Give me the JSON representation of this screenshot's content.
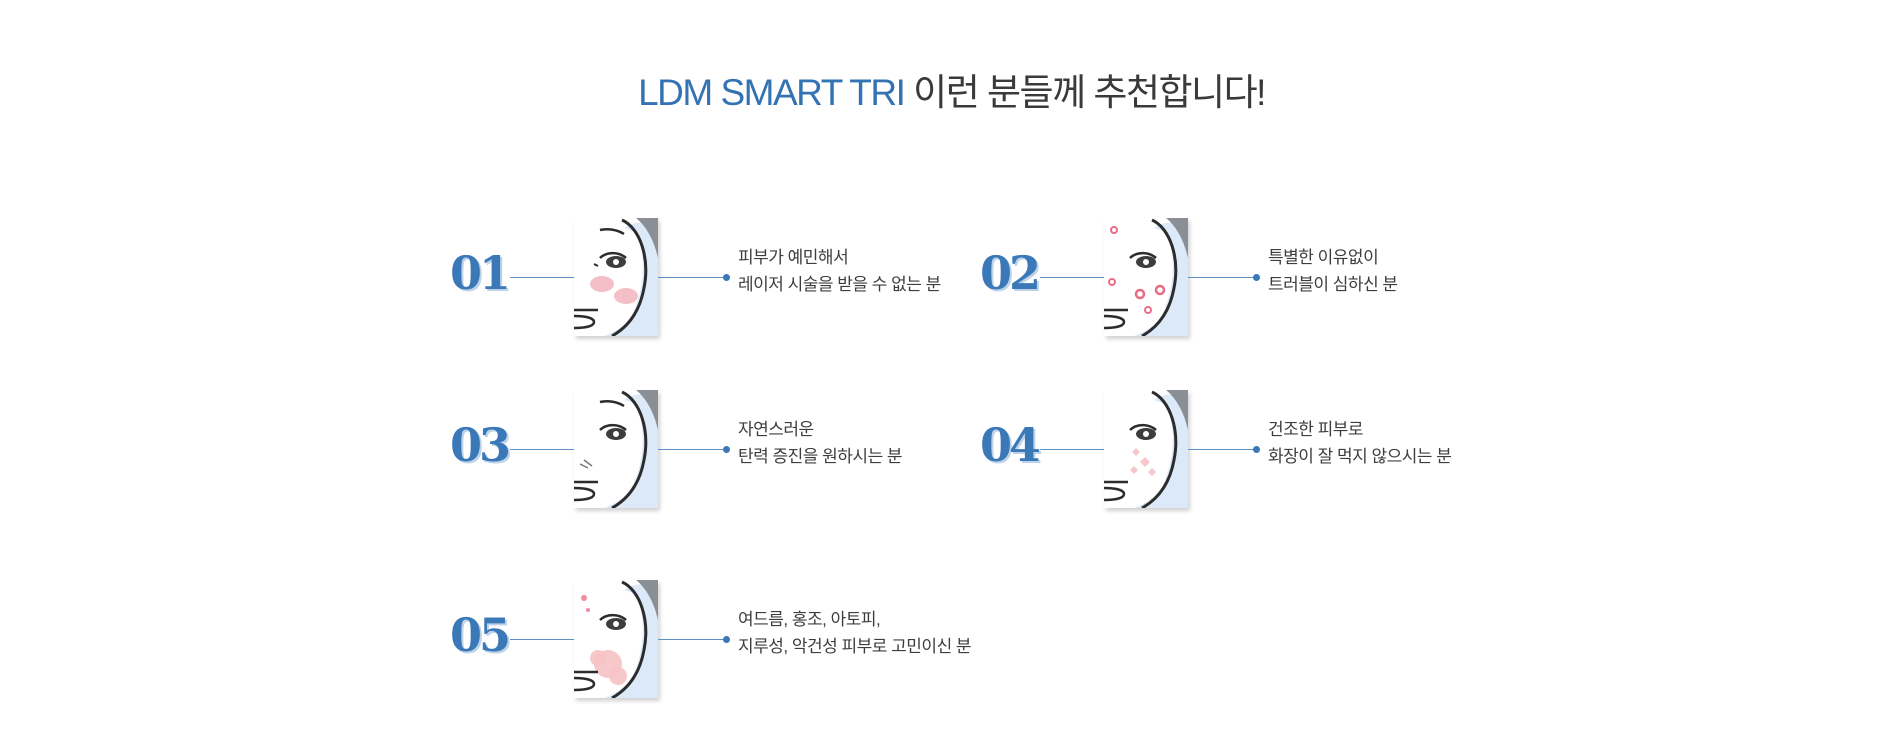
{
  "title": {
    "brand": "LDM SMART TRI",
    "rest": " 이런 분들께 추천합니다!"
  },
  "colors": {
    "accent": "#3a78b8",
    "face_bg": "#dce9f8",
    "blush": "#f3b4bd"
  },
  "items": [
    {
      "number": "01",
      "line1": "피부가 예민해서",
      "line2": "레이저 시술을 받을 수 없는 분",
      "icon": "sensitive-skin-face-icon"
    },
    {
      "number": "02",
      "line1": "특별한 이유없이",
      "line2": "트러블이 심하신 분",
      "icon": "acne-trouble-face-icon"
    },
    {
      "number": "03",
      "line1": "자연스러운",
      "line2": "탄력 증진을 원하시는 분",
      "icon": "wrinkle-face-icon"
    },
    {
      "number": "04",
      "line1": "건조한 피부로",
      "line2": "화장이 잘 먹지 않으시는 분",
      "icon": "dry-skin-face-icon"
    },
    {
      "number": "05",
      "line1": "여드름, 홍조, 아토피,",
      "line2": "지루성, 악건성 피부로 고민이신 분",
      "icon": "redness-face-icon"
    }
  ]
}
